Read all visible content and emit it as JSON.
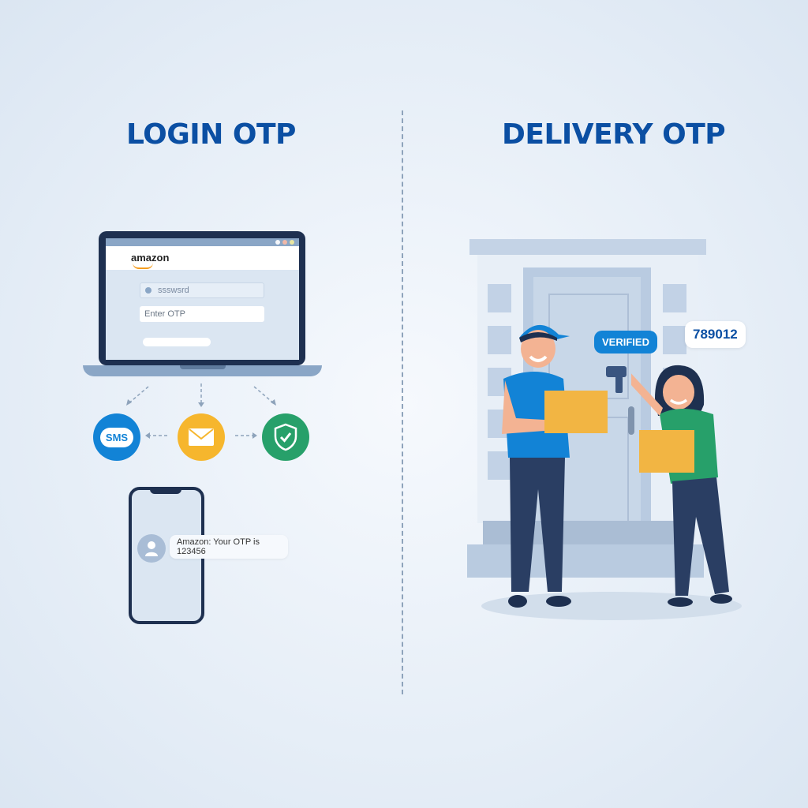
{
  "left_panel": {
    "title": "LOGIN OTP",
    "laptop": {
      "brand_logo": "amazon",
      "password_field_value": "ssswsrd",
      "otp_field_placeholder": "Enter OTP",
      "window_dots": [
        "#f4f6fa",
        "#f0b8a8",
        "#e8e6a0"
      ]
    },
    "channels": [
      {
        "name": "sms",
        "label": "SMS",
        "color": "#1283d6"
      },
      {
        "name": "email",
        "label": "",
        "color": "#f6b62d"
      },
      {
        "name": "verified-shield",
        "label": "",
        "color": "#27a06a"
      }
    ],
    "phone": {
      "message": "Amazon: Your OTP is 123456"
    }
  },
  "right_panel": {
    "title": "DELIVERY OTP",
    "scanner_bubble": "VERIFIED",
    "customer_otp_bubble": "789012"
  },
  "colors": {
    "title": "#0b4fa3",
    "accent_blue": "#1283d6",
    "accent_yellow": "#f6b62d",
    "accent_green": "#27a06a",
    "navy": "#1e3050"
  }
}
